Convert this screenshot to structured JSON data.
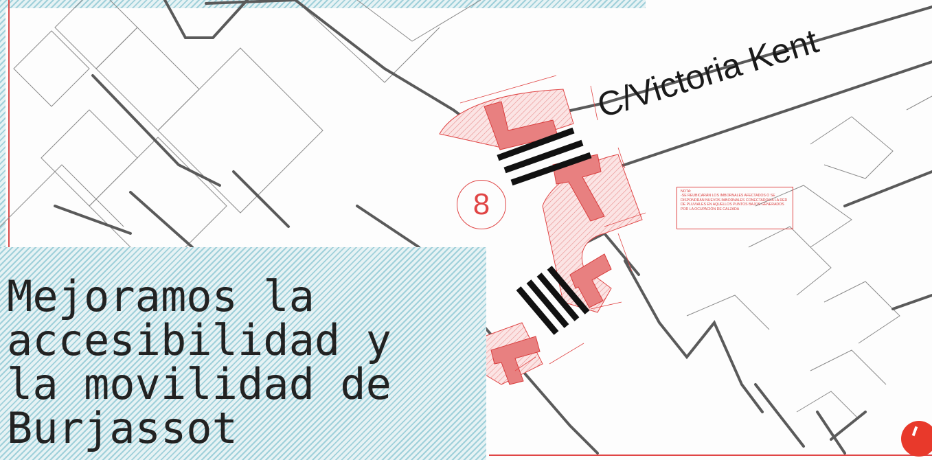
{
  "title": "Mejoramos la\naccesibilidad y\nla movilidad de\nBurjassot",
  "plan": {
    "street_name": "C/Victoria Kent",
    "marker_number": "8",
    "note": {
      "heading": "NOTA:",
      "body": "-SE REUBICARÁN LOS IMBORNALES AFECTADOS O SE DISPONDRÁN NUEVOS IMBORNALES CONECTADOS A LA RED DE PLUVIALES EN AQUELLOS PUNTOS BAJOS GENERADOS POR LA OCUPACIÓN DE CALZADA"
    }
  },
  "colors": {
    "accent_red": "#e04545",
    "hatch_blue": "#9fd0da",
    "line_gray": "#5a5a5a"
  },
  "icons": [
    "page-corner-dot-icon"
  ]
}
